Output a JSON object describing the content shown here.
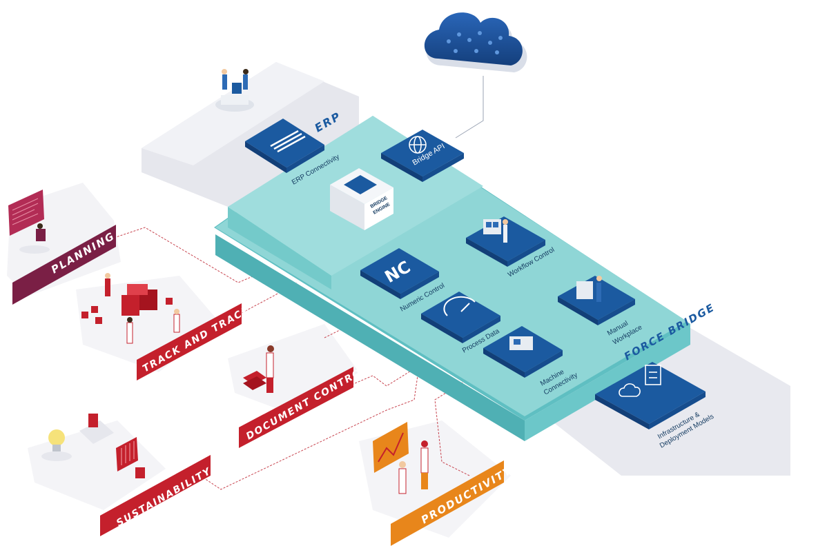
{
  "erp": {
    "label": "ERP"
  },
  "force_bridge": {
    "label": "FORCE BRIDGE"
  },
  "modules": {
    "erp_connectivity": "ERP Connectivity",
    "bridge_api": "Bridge API",
    "engine_line1": "BRIDGE",
    "engine_line2": "ENGINE",
    "nc_glyph": "NC",
    "numeric_control": "Numeric Control",
    "workflow_control": "Workflow Control",
    "process_data": "Process Data",
    "manual_workplace_1": "Manual",
    "manual_workplace_2": "Workplace",
    "machine_connectivity_1": "Machine",
    "machine_connectivity_2": "Connectivity",
    "infra_1": "Infrastructure &",
    "infra_2": "Deployment Models"
  },
  "applications": {
    "planning": "PLANNING",
    "track_and_trace": "TRACK AND TRACE",
    "document_control": "DOCUMENT CONTROL",
    "sustainability": "SUSTAINABILITY",
    "productivity": "PRODUCTIVITY"
  },
  "colors": {
    "teal_platform": "#8fd6d6",
    "teal_edge": "#5fbfc2",
    "tile_blue": "#1b5aa0",
    "tile_blue_dark": "#123f78",
    "planning": "#7a1f45",
    "red_banner": "#c4202c",
    "productivity": "#e8861b",
    "connector_line": "#c7424d",
    "grey_floor": "#e7e8ee"
  },
  "icons": [
    "cloud-icon",
    "globe-icon",
    "lightbulb-icon",
    "gauge-icon",
    "chart-icon",
    "server-icon"
  ]
}
